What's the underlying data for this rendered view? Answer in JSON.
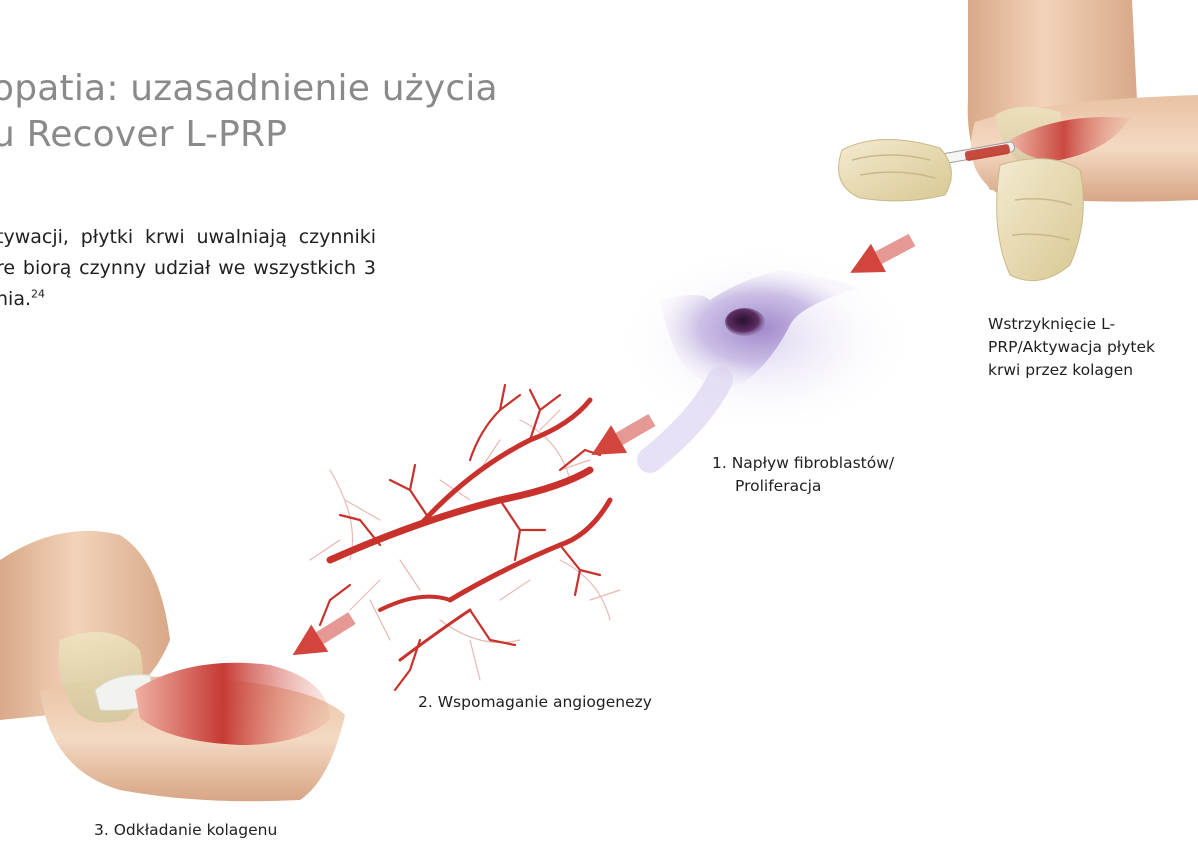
{
  "title": {
    "line1": "opatia: uzasadnienie użycia",
    "line2": "u Recover L-PRP"
  },
  "intro": {
    "line1": "tywacji, płytki krwi uwalniają czynniki",
    "line2": "re biorą czynny udział we wszystkich 3",
    "line3": "nia.",
    "superscript": "24"
  },
  "steps": {
    "injection": {
      "line1": "Wstrzyknięcie L-",
      "line2": "PRP/Aktywacja płytek",
      "line3": "krwi przez kolagen"
    },
    "step1": {
      "line1": "1.  Napływ fibroblastów/",
      "line2": "Proliferacja"
    },
    "step2": {
      "line1": "2.  Wspomaganie angiogenezy"
    },
    "step3": {
      "line1": "3.  Odkładanie kolagenu"
    }
  },
  "colors": {
    "arrow": "#d2453c",
    "skin": "#e8c4a6",
    "glove": "#ecdfb6",
    "muscle": "#c84a40",
    "vessel": "#c9322c",
    "cell": "#b6a2d6",
    "nucleus": "#4e2654",
    "text": "#1f1f1f",
    "title": "#8a8a8a"
  },
  "icons": [
    "elbow-injection-illustration",
    "fibroblast-cell-illustration",
    "blood-vessel-illustration",
    "elbow-collagen-illustration",
    "flow-arrow-icon"
  ]
}
